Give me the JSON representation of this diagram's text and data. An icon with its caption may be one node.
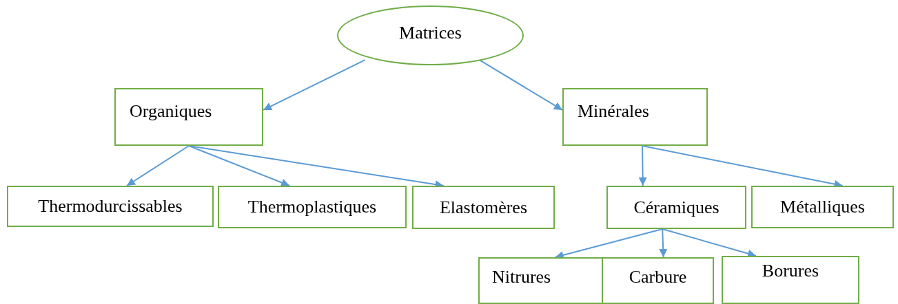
{
  "diagram": {
    "nodes": [
      {
        "text": [
          "Matrices"
        ]
      },
      {
        "text": [
          "Organiques"
        ]
      },
      {
        "text": [
          "Minérales"
        ]
      },
      {
        "text": [
          "Thermodurcissables"
        ]
      },
      {
        "text": [
          "Thermoplastiques"
        ]
      },
      {
        "text": [
          "Elastomères"
        ]
      },
      {
        "text": [
          "Céramiques"
        ]
      },
      {
        "text": [
          "Métalliques"
        ]
      },
      {
        "text": [
          "Nitrures"
        ]
      },
      {
        "text": [
          "Carbure"
        ]
      },
      {
        "text": [
          "Borures"
        ]
      }
    ],
    "edges": [
      {
        "from": 0,
        "to": 1,
        "arrow": "to"
      },
      {
        "from": 0,
        "to": 2,
        "arrow": "to"
      },
      {
        "from": 1,
        "to": 3,
        "arrow": "to"
      },
      {
        "from": 1,
        "to": 4,
        "arrow": "to"
      },
      {
        "from": 1,
        "to": 5,
        "arrow": "to"
      },
      {
        "from": 2,
        "to": 6,
        "arrow": "to"
      },
      {
        "from": 2,
        "to": 7,
        "arrow": "to"
      },
      {
        "from": 6,
        "to": 8,
        "arrow": "to"
      },
      {
        "from": 6,
        "to": 9,
        "arrow": "to"
      },
      {
        "from": 6,
        "to": 10,
        "arrow": "to"
      }
    ]
  }
}
